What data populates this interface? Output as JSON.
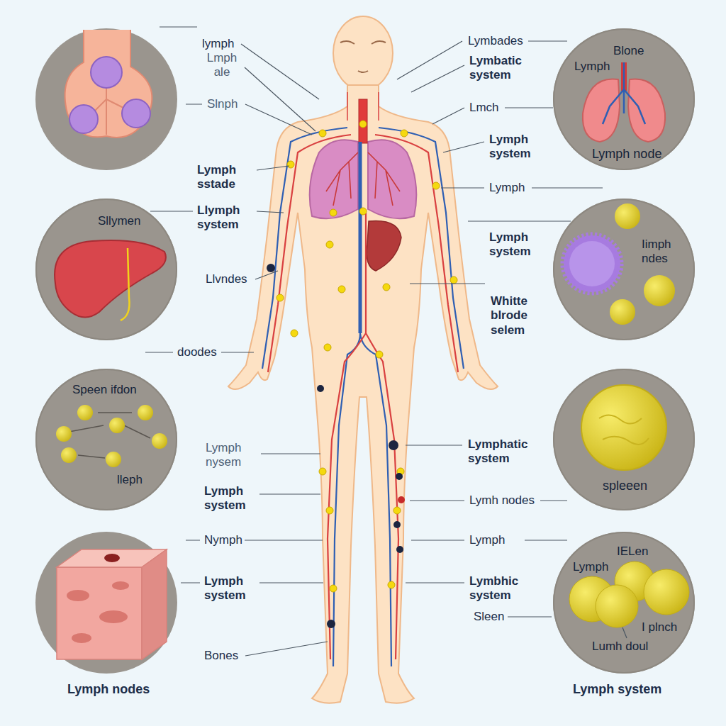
{
  "diagram": {
    "nodes": [
      {
        "text": [
          "Blone",
          "Lymph",
          "Lymph node"
        ]
      },
      {
        "text": [
          "Sllymen"
        ]
      },
      {
        "text": [
          "Iimph ndes"
        ]
      },
      {
        "text": [
          "Speen ifdon",
          "lleph"
        ]
      },
      {
        "text": [
          "spleeen"
        ]
      },
      {
        "text": [
          "IELen",
          "Lymph",
          "I plnch",
          "Lumh doul"
        ]
      }
    ],
    "labels": [
      "lymph",
      "Lymbades",
      "Lmph ale",
      "Lymbatic system",
      "Slnph",
      "Lmch",
      "Lymph system",
      "Lymph sstade",
      "Lymph",
      "Llymph system",
      "Lymph system",
      "Llvndes",
      "Whitte blrode selem",
      "doodes",
      "Lymphatic system",
      "Lymph nysem",
      "Lymph system",
      "Lymh nodes",
      "Nymph",
      "Lymph",
      "Lymph system",
      "Lymbhic system",
      "Sleen",
      "Bones",
      "Lymph nodes",
      "Lymph system"
    ]
  }
}
